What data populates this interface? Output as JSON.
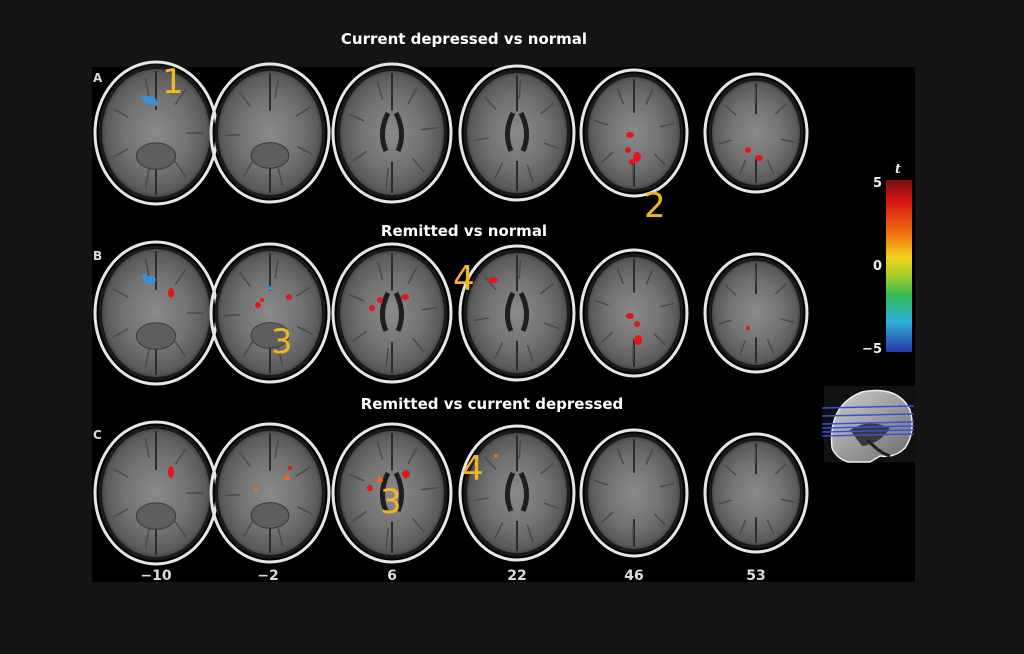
{
  "rows": [
    {
      "letter": "A",
      "title": "Current depressed vs normal"
    },
    {
      "letter": "B",
      "title": "Remitted vs normal"
    },
    {
      "letter": "C",
      "title": "Remitted vs current depressed"
    }
  ],
  "slice_coordinates": [
    "−10",
    "−2",
    "6",
    "22",
    "46",
    "53"
  ],
  "callouts": [
    "1",
    "2",
    "3",
    "4",
    "3",
    "4"
  ],
  "colorbar": {
    "symbol": "t",
    "max_label": "5",
    "mid_label": "0",
    "min_label": "−5"
  },
  "colors": {
    "callout": "#f3b521",
    "positive_blob": "#e01818",
    "negative_blob": "#3a8fd8",
    "orange_blob": "#f06a10",
    "panel_bg": "#000000",
    "page_bg": "#141414"
  }
}
